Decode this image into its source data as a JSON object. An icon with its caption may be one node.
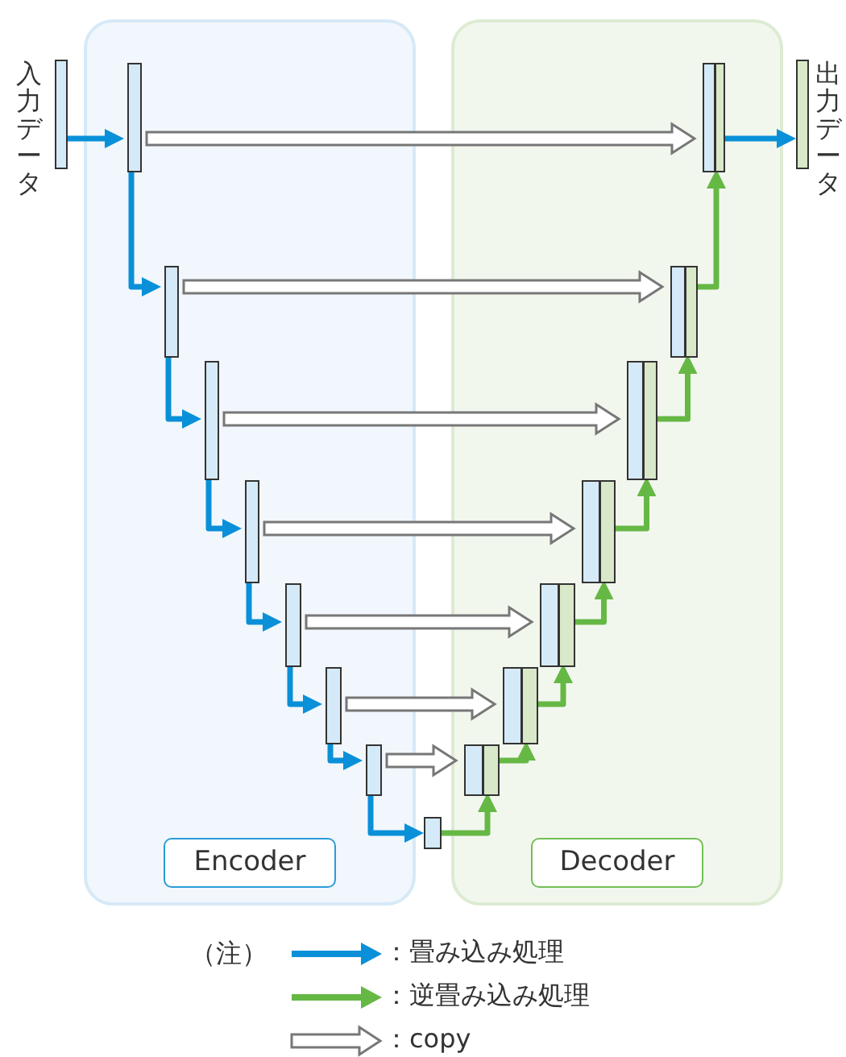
{
  "diagram": {
    "nodes": [
      {
        "text": [],
        "shape": "bar",
        "beside": [
          "入力データ"
        ]
      },
      {
        "text": [
          "Encoder"
        ]
      },
      {
        "text": [],
        "shape": "bar",
        "in": 1
      },
      {
        "text": [],
        "shape": "bar",
        "in": 1
      },
      {
        "text": [],
        "shape": "bar",
        "in": 1
      },
      {
        "text": [],
        "shape": "bar",
        "in": 1
      },
      {
        "text": [],
        "shape": "bar",
        "in": 1
      },
      {
        "text": [],
        "shape": "bar",
        "in": 1
      },
      {
        "text": [],
        "shape": "bar",
        "in": 1
      },
      {
        "text": [],
        "shape": "bar"
      },
      {
        "text": [
          "Decoder"
        ]
      },
      {
        "text": [],
        "shape": "bar",
        "in": 10
      },
      {
        "text": [],
        "shape": "bar",
        "in": 10
      },
      {
        "text": [],
        "shape": "bar",
        "in": 10
      },
      {
        "text": [],
        "shape": "bar",
        "in": 10
      },
      {
        "text": [],
        "shape": "bar",
        "in": 10
      },
      {
        "text": [],
        "shape": "bar",
        "in": 10
      },
      {
        "text": [],
        "shape": "bar",
        "in": 10
      },
      {
        "text": [],
        "shape": "bar",
        "beside": [
          "出力データ"
        ]
      }
    ],
    "edges": [
      {
        "from": 0,
        "to": 2,
        "arrow": "to",
        "color": "#0a90d8"
      },
      {
        "from": 2,
        "to": 11,
        "arrow": "to",
        "style": "thick",
        "color": "#777777"
      },
      {
        "from": 2,
        "to": 3,
        "arrow": "to",
        "color": "#0a90d8"
      },
      {
        "from": 3,
        "to": 12,
        "arrow": "to",
        "style": "thick",
        "color": "#777777"
      },
      {
        "from": 3,
        "to": 4,
        "arrow": "to",
        "color": "#0a90d8"
      },
      {
        "from": 4,
        "to": 13,
        "arrow": "to",
        "style": "thick",
        "color": "#777777"
      },
      {
        "from": 4,
        "to": 5,
        "arrow": "to",
        "color": "#0a90d8"
      },
      {
        "from": 5,
        "to": 14,
        "arrow": "to",
        "style": "thick",
        "color": "#777777"
      },
      {
        "from": 5,
        "to": 6,
        "arrow": "to",
        "color": "#0a90d8"
      },
      {
        "from": 6,
        "to": 15,
        "arrow": "to",
        "style": "thick",
        "color": "#777777"
      },
      {
        "from": 6,
        "to": 7,
        "arrow": "to",
        "color": "#0a90d8"
      },
      {
        "from": 7,
        "to": 16,
        "arrow": "to",
        "style": "thick",
        "color": "#777777"
      },
      {
        "from": 7,
        "to": 8,
        "arrow": "to",
        "color": "#0a90d8"
      },
      {
        "from": 8,
        "to": 17,
        "arrow": "to",
        "style": "thick",
        "color": "#777777"
      },
      {
        "from": 8,
        "to": 9,
        "arrow": "to",
        "color": "#0a90d8"
      },
      {
        "from": 9,
        "to": 17,
        "arrow": "to",
        "color": "#66b845"
      },
      {
        "from": 17,
        "to": 16,
        "arrow": "to",
        "color": "#66b845"
      },
      {
        "from": 16,
        "to": 15,
        "arrow": "to",
        "color": "#66b845"
      },
      {
        "from": 15,
        "to": 14,
        "arrow": "to",
        "color": "#66b845"
      },
      {
        "from": 14,
        "to": 13,
        "arrow": "to",
        "color": "#66b845"
      },
      {
        "from": 13,
        "to": 12,
        "arrow": "to",
        "color": "#66b845"
      },
      {
        "from": 12,
        "to": 11,
        "arrow": "to",
        "color": "#66b845"
      },
      {
        "from": 11,
        "to": 18,
        "arrow": "to",
        "color": "#0a90d8"
      }
    ],
    "labels": [
      "（注）"
    ],
    "legend": [
      {
        "text": "：畳み込み処理",
        "color": "#0a90d8"
      },
      {
        "text": "：逆畳み込み処理",
        "color": "#66b845"
      },
      {
        "text": "：copy"
      }
    ]
  }
}
